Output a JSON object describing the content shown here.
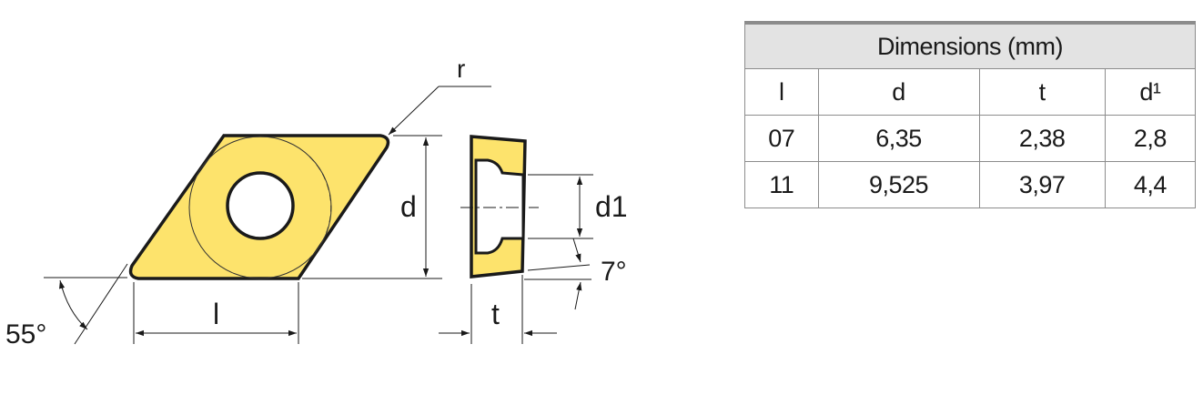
{
  "drawing": {
    "label_r": "r",
    "label_d": "d",
    "label_d1": "d1",
    "label_angle_small": "7°",
    "label_angle_nose": "55°",
    "label_l": "l",
    "label_t": "t",
    "colors": {
      "insert_fill": "#fde36c",
      "outline": "#1a1a1a"
    }
  },
  "table": {
    "title": "Dimensions (mm)",
    "headers": [
      "l",
      "d",
      "t",
      "d¹"
    ],
    "rows": [
      [
        "07",
        "6,35",
        "2,38",
        "2,8"
      ],
      [
        "11",
        "9,525",
        "3,97",
        "4,4"
      ]
    ]
  }
}
